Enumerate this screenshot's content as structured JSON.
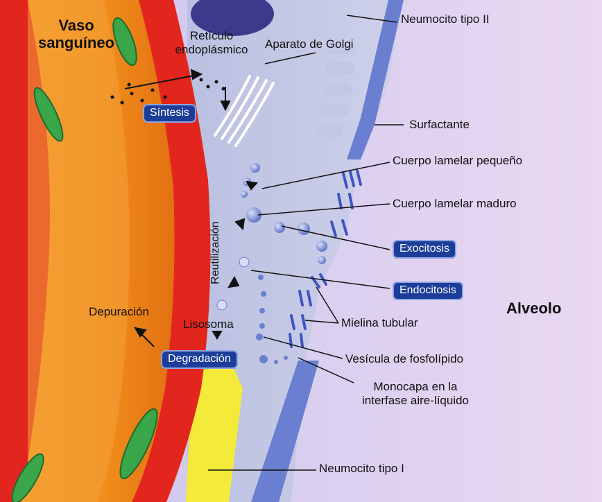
{
  "labels": {
    "vaso_sanguineo": "Vaso\nsanguíneo",
    "reticulo": "Retículo\nendoplásmico",
    "golgi": "Aparato de Golgi",
    "neumocito_ii": "Neumocito tipo II",
    "surfactante": "Surfactante",
    "cuerpo_pequeno": "Cuerpo lamelar pequeño",
    "cuerpo_maduro": "Cuerpo lamelar maduro",
    "reutilizacion": "Reutilización",
    "depuracion": "Depuración",
    "lisosoma": "Lisosoma",
    "mielina": "Mielina tubular",
    "vesicula": "Vesícula de fosfolípido",
    "monocapa": "Monocapa en la\ninterfase aire-líquido",
    "neumocito_i": "Neumocito tipo I",
    "alveolo": "Alveolo"
  },
  "badges": {
    "sintesis": "Síntesis",
    "exocitosis": "Exocitosis",
    "endocitosis": "Endocitosis",
    "degradacion": "Degradación"
  },
  "colors": {
    "alveolo_bg": "#e3d6f0",
    "cell_gray": "#bcc2dd",
    "vessel_red": "#e2261d",
    "vessel_orange": "#f2901c",
    "membrane_blue": "#6b7fd0",
    "yellow_cell": "#f3ea3a",
    "badge_blue": "#1c3d99"
  }
}
